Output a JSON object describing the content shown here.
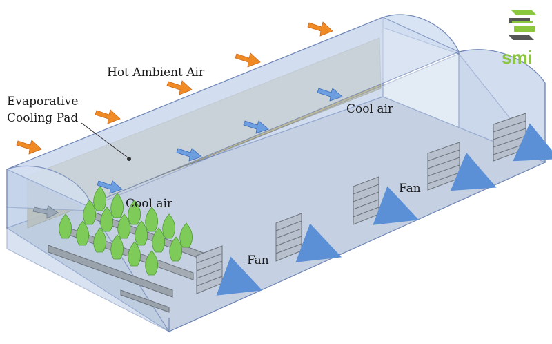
{
  "labels": {
    "hot_air": "Hot Ambient Air",
    "pad_line1": "Evaporative",
    "pad_line2": "Cooling Pad",
    "cool_air_top": "Cool air",
    "cool_air_left": "Cool air",
    "fan_1": "Fan",
    "fan_2": "Fan"
  },
  "logo": {
    "text": "smi"
  },
  "colors": {
    "hot_arrow": "#f08a24",
    "cool_arrow": "#5b8fd6",
    "pad": "#b9b48f",
    "structure": "#cfdbef",
    "outline": "#6f86b6",
    "floor": "#c9d2df",
    "plant": "#7fcb5a",
    "fan": "#b7c0cc",
    "logo_green": "#8cc63f",
    "logo_dark": "#555555"
  }
}
